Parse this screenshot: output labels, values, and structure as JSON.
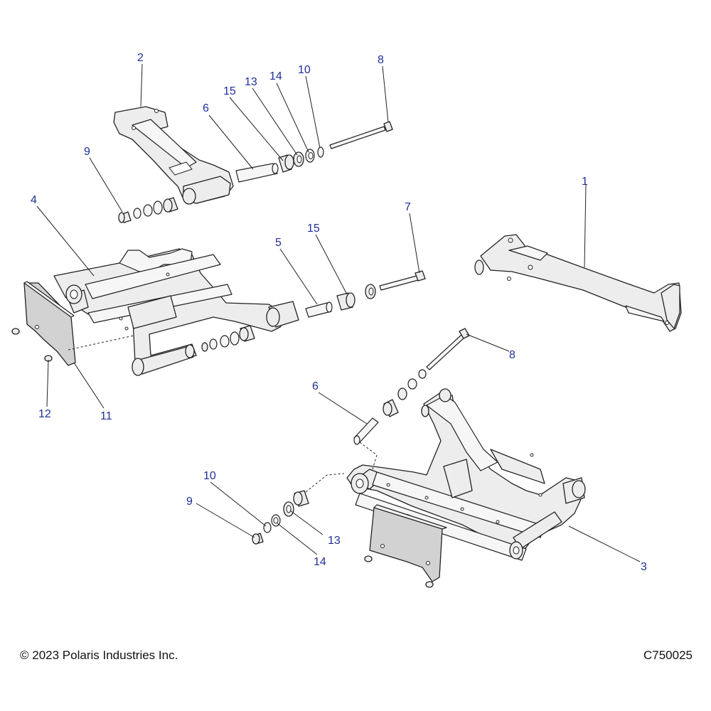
{
  "footer": {
    "copyright": "© 2023 Polaris Industries Inc.",
    "figure_code": "C750025"
  },
  "callouts": [
    {
      "id": "c2",
      "text": "2"
    },
    {
      "id": "c15a",
      "text": "15"
    },
    {
      "id": "c13a",
      "text": "13"
    },
    {
      "id": "c14a",
      "text": "14"
    },
    {
      "id": "c10a",
      "text": "10"
    },
    {
      "id": "c8a",
      "text": "8"
    },
    {
      "id": "c6a",
      "text": "6"
    },
    {
      "id": "c9a",
      "text": "9"
    },
    {
      "id": "c1",
      "text": "1"
    },
    {
      "id": "c4",
      "text": "4"
    },
    {
      "id": "c5",
      "text": "5"
    },
    {
      "id": "c15b",
      "text": "15"
    },
    {
      "id": "c7",
      "text": "7"
    },
    {
      "id": "c8b",
      "text": "8"
    },
    {
      "id": "c6b",
      "text": "6"
    },
    {
      "id": "c12",
      "text": "12"
    },
    {
      "id": "c11",
      "text": "11"
    },
    {
      "id": "c10b",
      "text": "10"
    },
    {
      "id": "c9b",
      "text": "9"
    },
    {
      "id": "c13b",
      "text": "13"
    },
    {
      "id": "c14b",
      "text": "14"
    },
    {
      "id": "c3",
      "text": "3"
    }
  ],
  "colors": {
    "callout_text": "#1f2f9a",
    "line": "#222222",
    "part_fill": "#ededed",
    "plate_fill": "#d2d2d2"
  }
}
